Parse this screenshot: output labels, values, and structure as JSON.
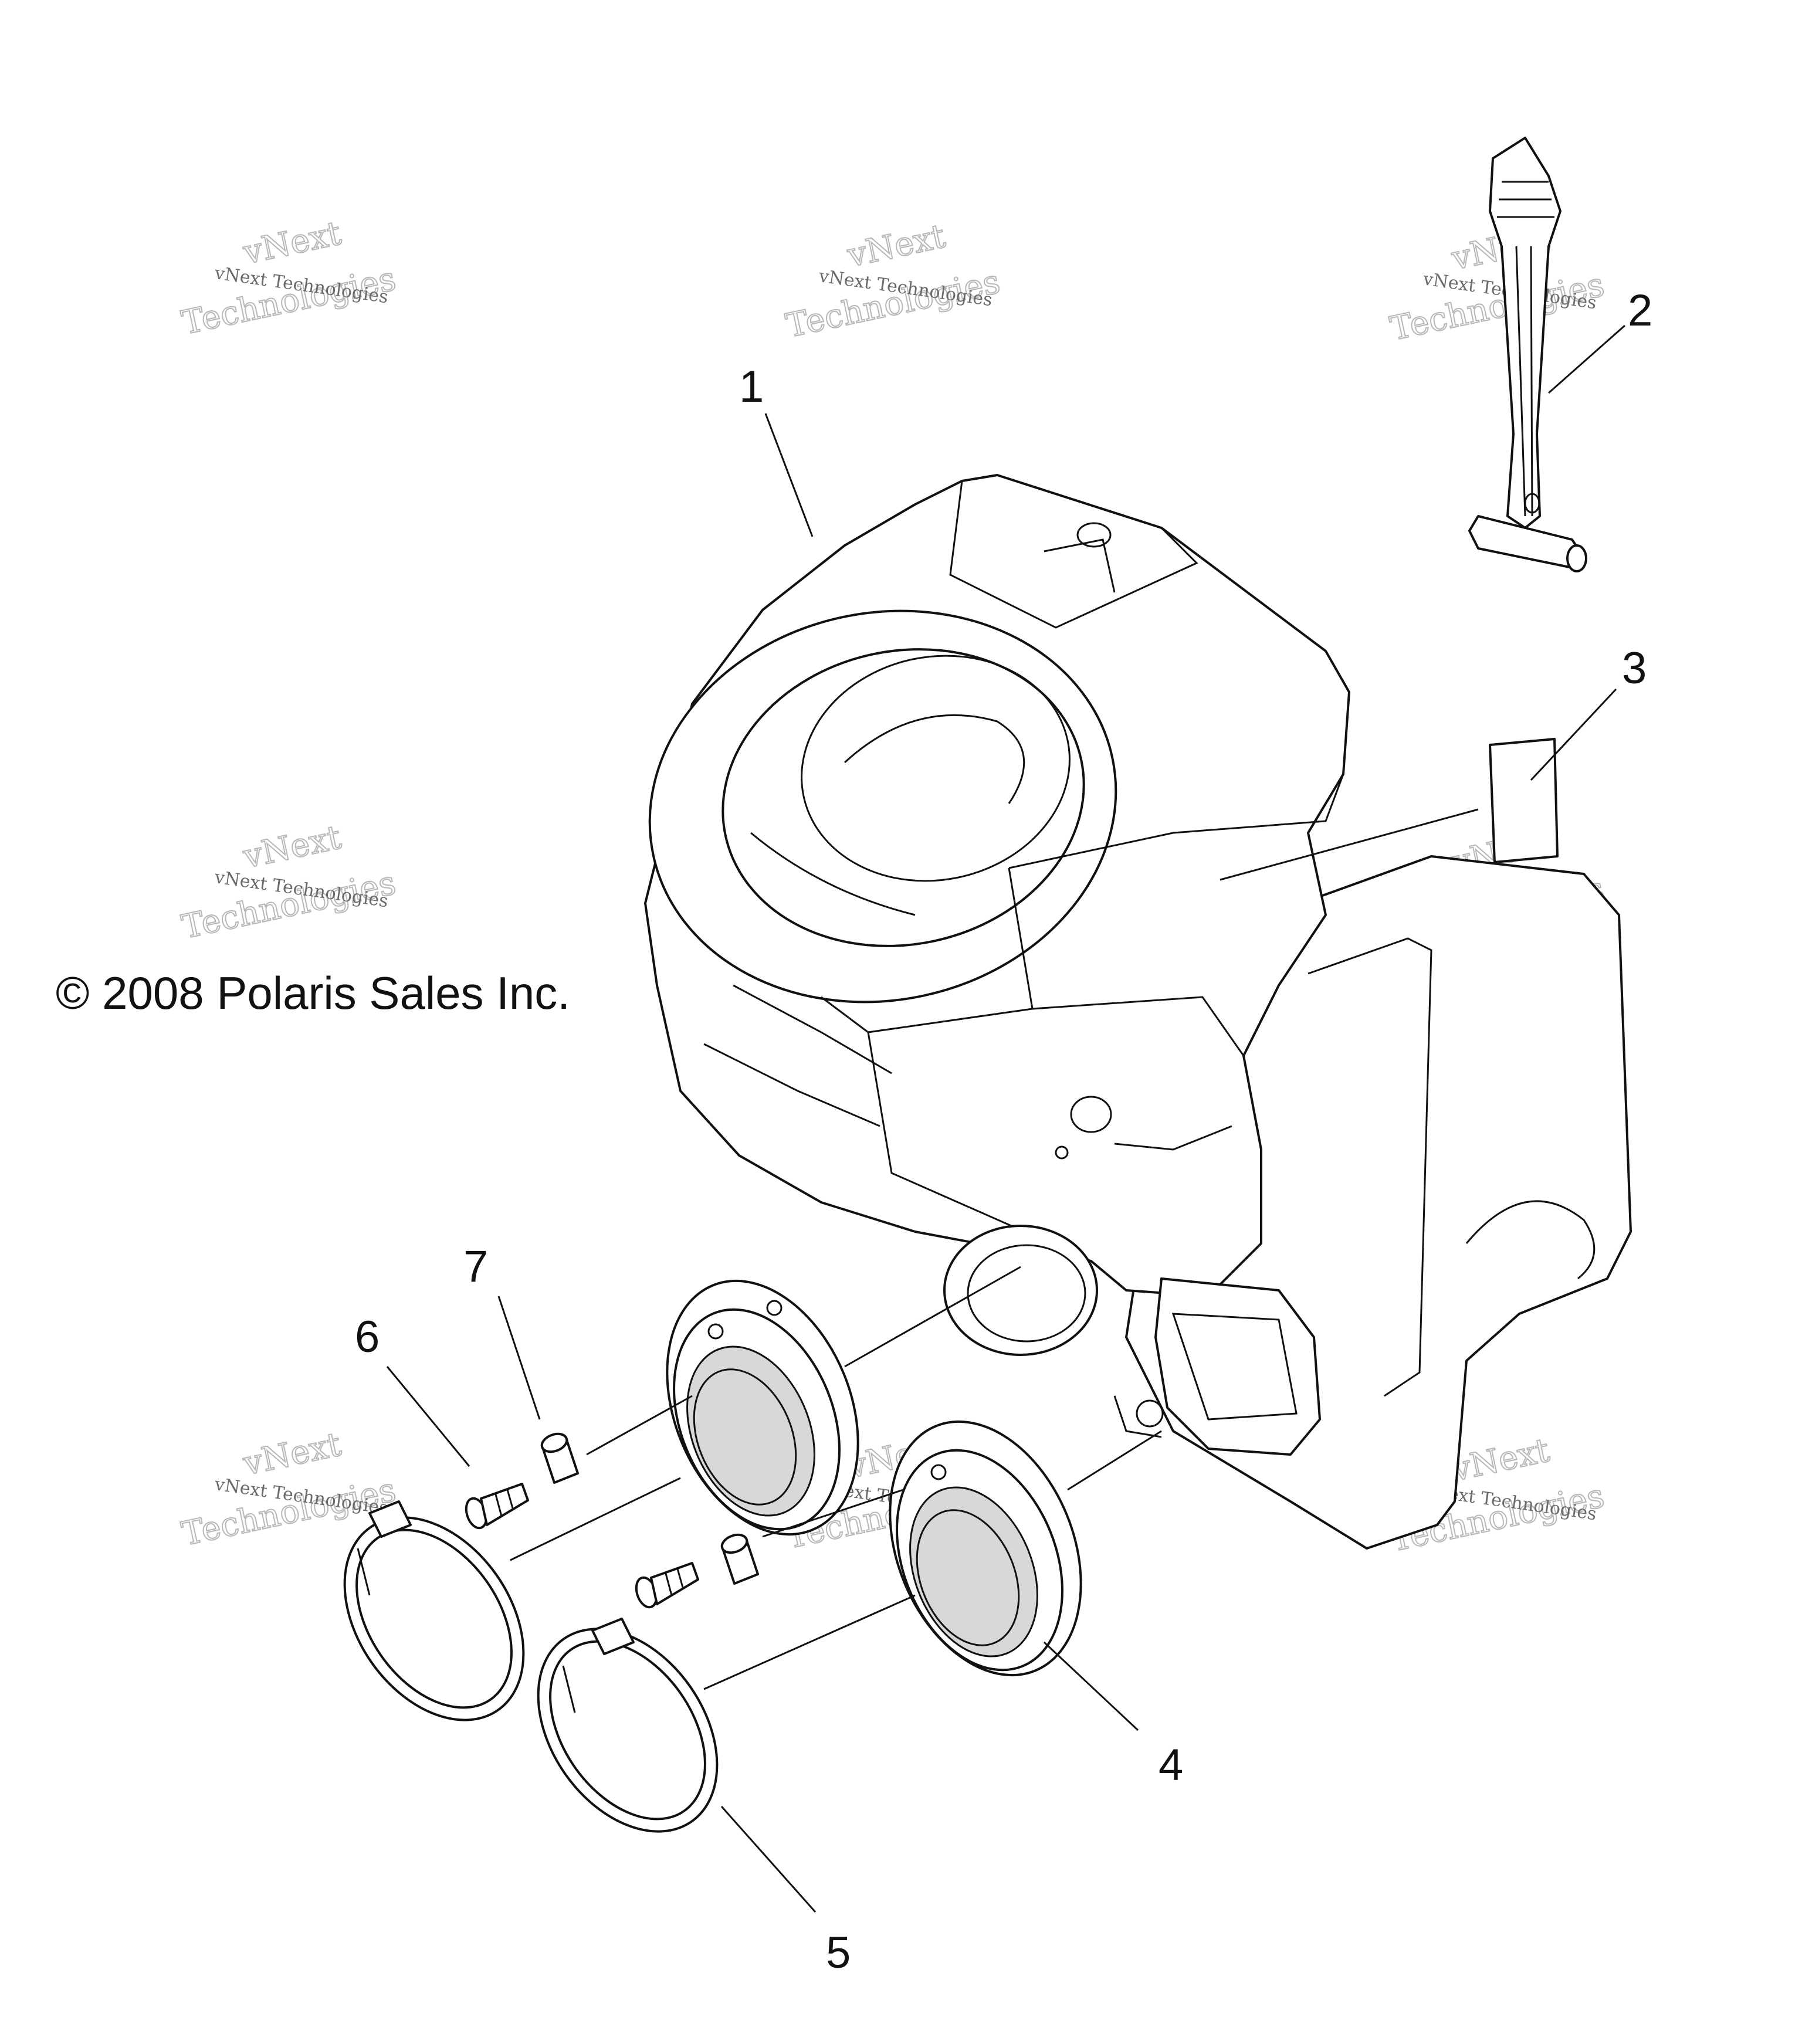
{
  "copyright": "© 2008 Polaris Sales Inc.",
  "watermark": {
    "line1": "vNext Technologies",
    "line2": "vNext",
    "line3": "Technologies"
  },
  "callouts": {
    "c1": "1",
    "c2": "2",
    "c3": "3",
    "c4": "4",
    "c5": "5",
    "c6": "6",
    "c7": "7"
  }
}
